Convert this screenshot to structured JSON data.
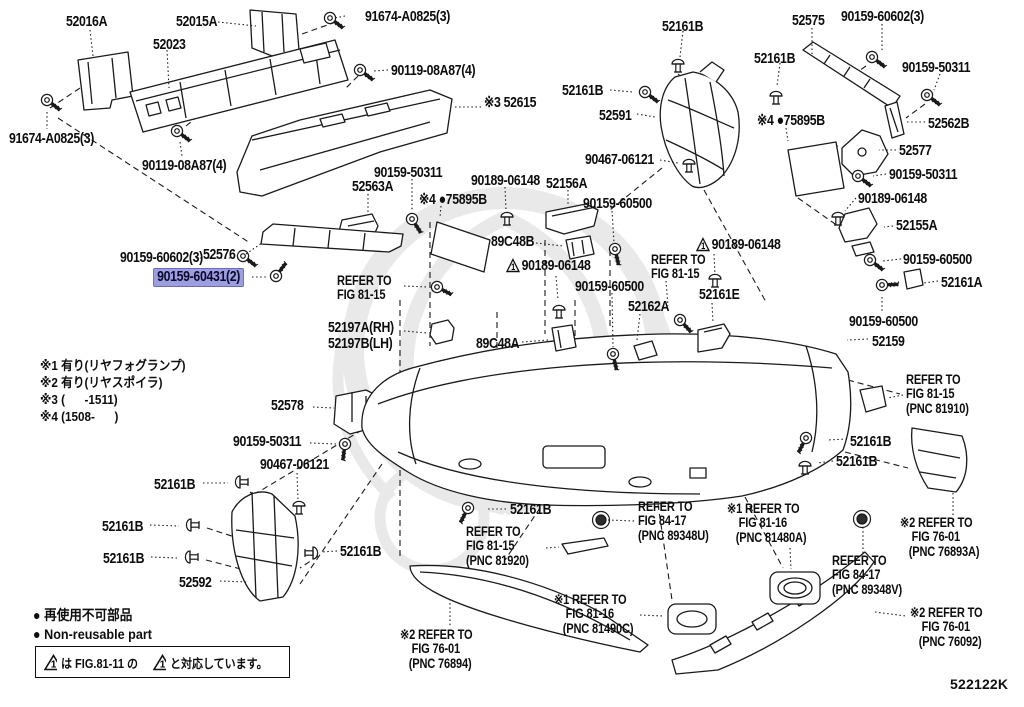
{
  "colors": {
    "highlight": "#9d9ede",
    "line": "#1a1a1a",
    "background": "#ffffff",
    "watermark": "#e6e6e6"
  },
  "drawing_code": "522122K",
  "notes": {
    "lines": [
      "※1 有り(リヤフォグランプ)",
      "※2 有り(リヤスポイラ)",
      "※3 (      -1511)",
      "※4 (1508-      )"
    ]
  },
  "legend": {
    "nonreusable_jp": "● 再使用不可部品",
    "nonreusable_en": "● Non-reusable part",
    "triangle_num": "1",
    "box_text_mid": "は FIG.81-11 の",
    "box_text_end": "と対応しています。"
  },
  "labels": [
    {
      "text": "52016A"
    },
    {
      "text": "52015A"
    },
    {
      "text": "52023"
    },
    {
      "text": "91674-A0825(3)"
    },
    {
      "text": "90119-08A87(4)"
    },
    {
      "text": "91674-A0825(3)"
    },
    {
      "text": "90119-08A87(4)"
    },
    {
      "text": "※3 52615"
    },
    {
      "text": "52161B"
    },
    {
      "text": "52575"
    },
    {
      "text": "90159-60602(3)"
    },
    {
      "text": "52161B"
    },
    {
      "text": "52161B"
    },
    {
      "text": "52591"
    },
    {
      "text": "90159-50311"
    },
    {
      "text": "52562B"
    },
    {
      "text": "※4 ●75895B"
    },
    {
      "text": "52577"
    },
    {
      "text": "90159-50311"
    },
    {
      "text": "90467-06121"
    },
    {
      "text": "90189-06148"
    },
    {
      "text": "52155A"
    },
    {
      "text": "90159-60500"
    },
    {
      "text": "52161A"
    },
    {
      "text": "90159-60500"
    },
    {
      "text": "52159"
    },
    {
      "text": "REFER TO\nFIG 81-15\n(PNC 81910)"
    },
    {
      "text": "52563A"
    },
    {
      "text": "90159-50311"
    },
    {
      "text": "90189-06148"
    },
    {
      "text": "52156A"
    },
    {
      "text": "90159-60500"
    },
    {
      "text": "※4 ●75895B"
    },
    {
      "text": "89C48B"
    },
    {
      "text": "90189-06148"
    },
    {
      "text": "90159-60500"
    },
    {
      "text": "52576"
    },
    {
      "text": "90159-60602(3)"
    },
    {
      "text": "90159-60431(2)"
    },
    {
      "text": "REFER TO\nFIG 81-15"
    },
    {
      "text": "52197A(RH)\n52197B(LH)"
    },
    {
      "text": "89C48A"
    },
    {
      "text": "90189-06148"
    },
    {
      "text": "REFER TO\nFIG 81-15"
    },
    {
      "text": "52162A"
    },
    {
      "text": "52161E"
    },
    {
      "text": "52578"
    },
    {
      "text": "90159-50311"
    },
    {
      "text": "90467-06121"
    },
    {
      "text": "52161B"
    },
    {
      "text": "52161B"
    },
    {
      "text": "52161B"
    },
    {
      "text": "52161B"
    },
    {
      "text": "52592"
    },
    {
      "text": "52161B"
    },
    {
      "text": "REFER TO\nFIG 81-15\n(PNC 81920)"
    },
    {
      "text": "52161B"
    },
    {
      "text": "52161B"
    },
    {
      "text": "REFER TO\nFIG 84-17\n(PNC 89348U)"
    },
    {
      "text": "※1 REFER TO\n    FIG 81-16\n   (PNC 81480A)"
    },
    {
      "text": "REFER TO\nFIG 84-17\n(PNC 89348V)"
    },
    {
      "text": "※2 REFER TO\n    FIG 76-01\n   (PNC 76893A)"
    },
    {
      "text": "※1 REFER TO\n    FIG 81-16\n   (PNC 81490C)"
    },
    {
      "text": "※2 REFER TO\n    FIG 76-01\n   (PNC 76894)"
    },
    {
      "text": "※2 REFER TO\n    FIG 76-01\n   (PNC 76092)"
    }
  ]
}
